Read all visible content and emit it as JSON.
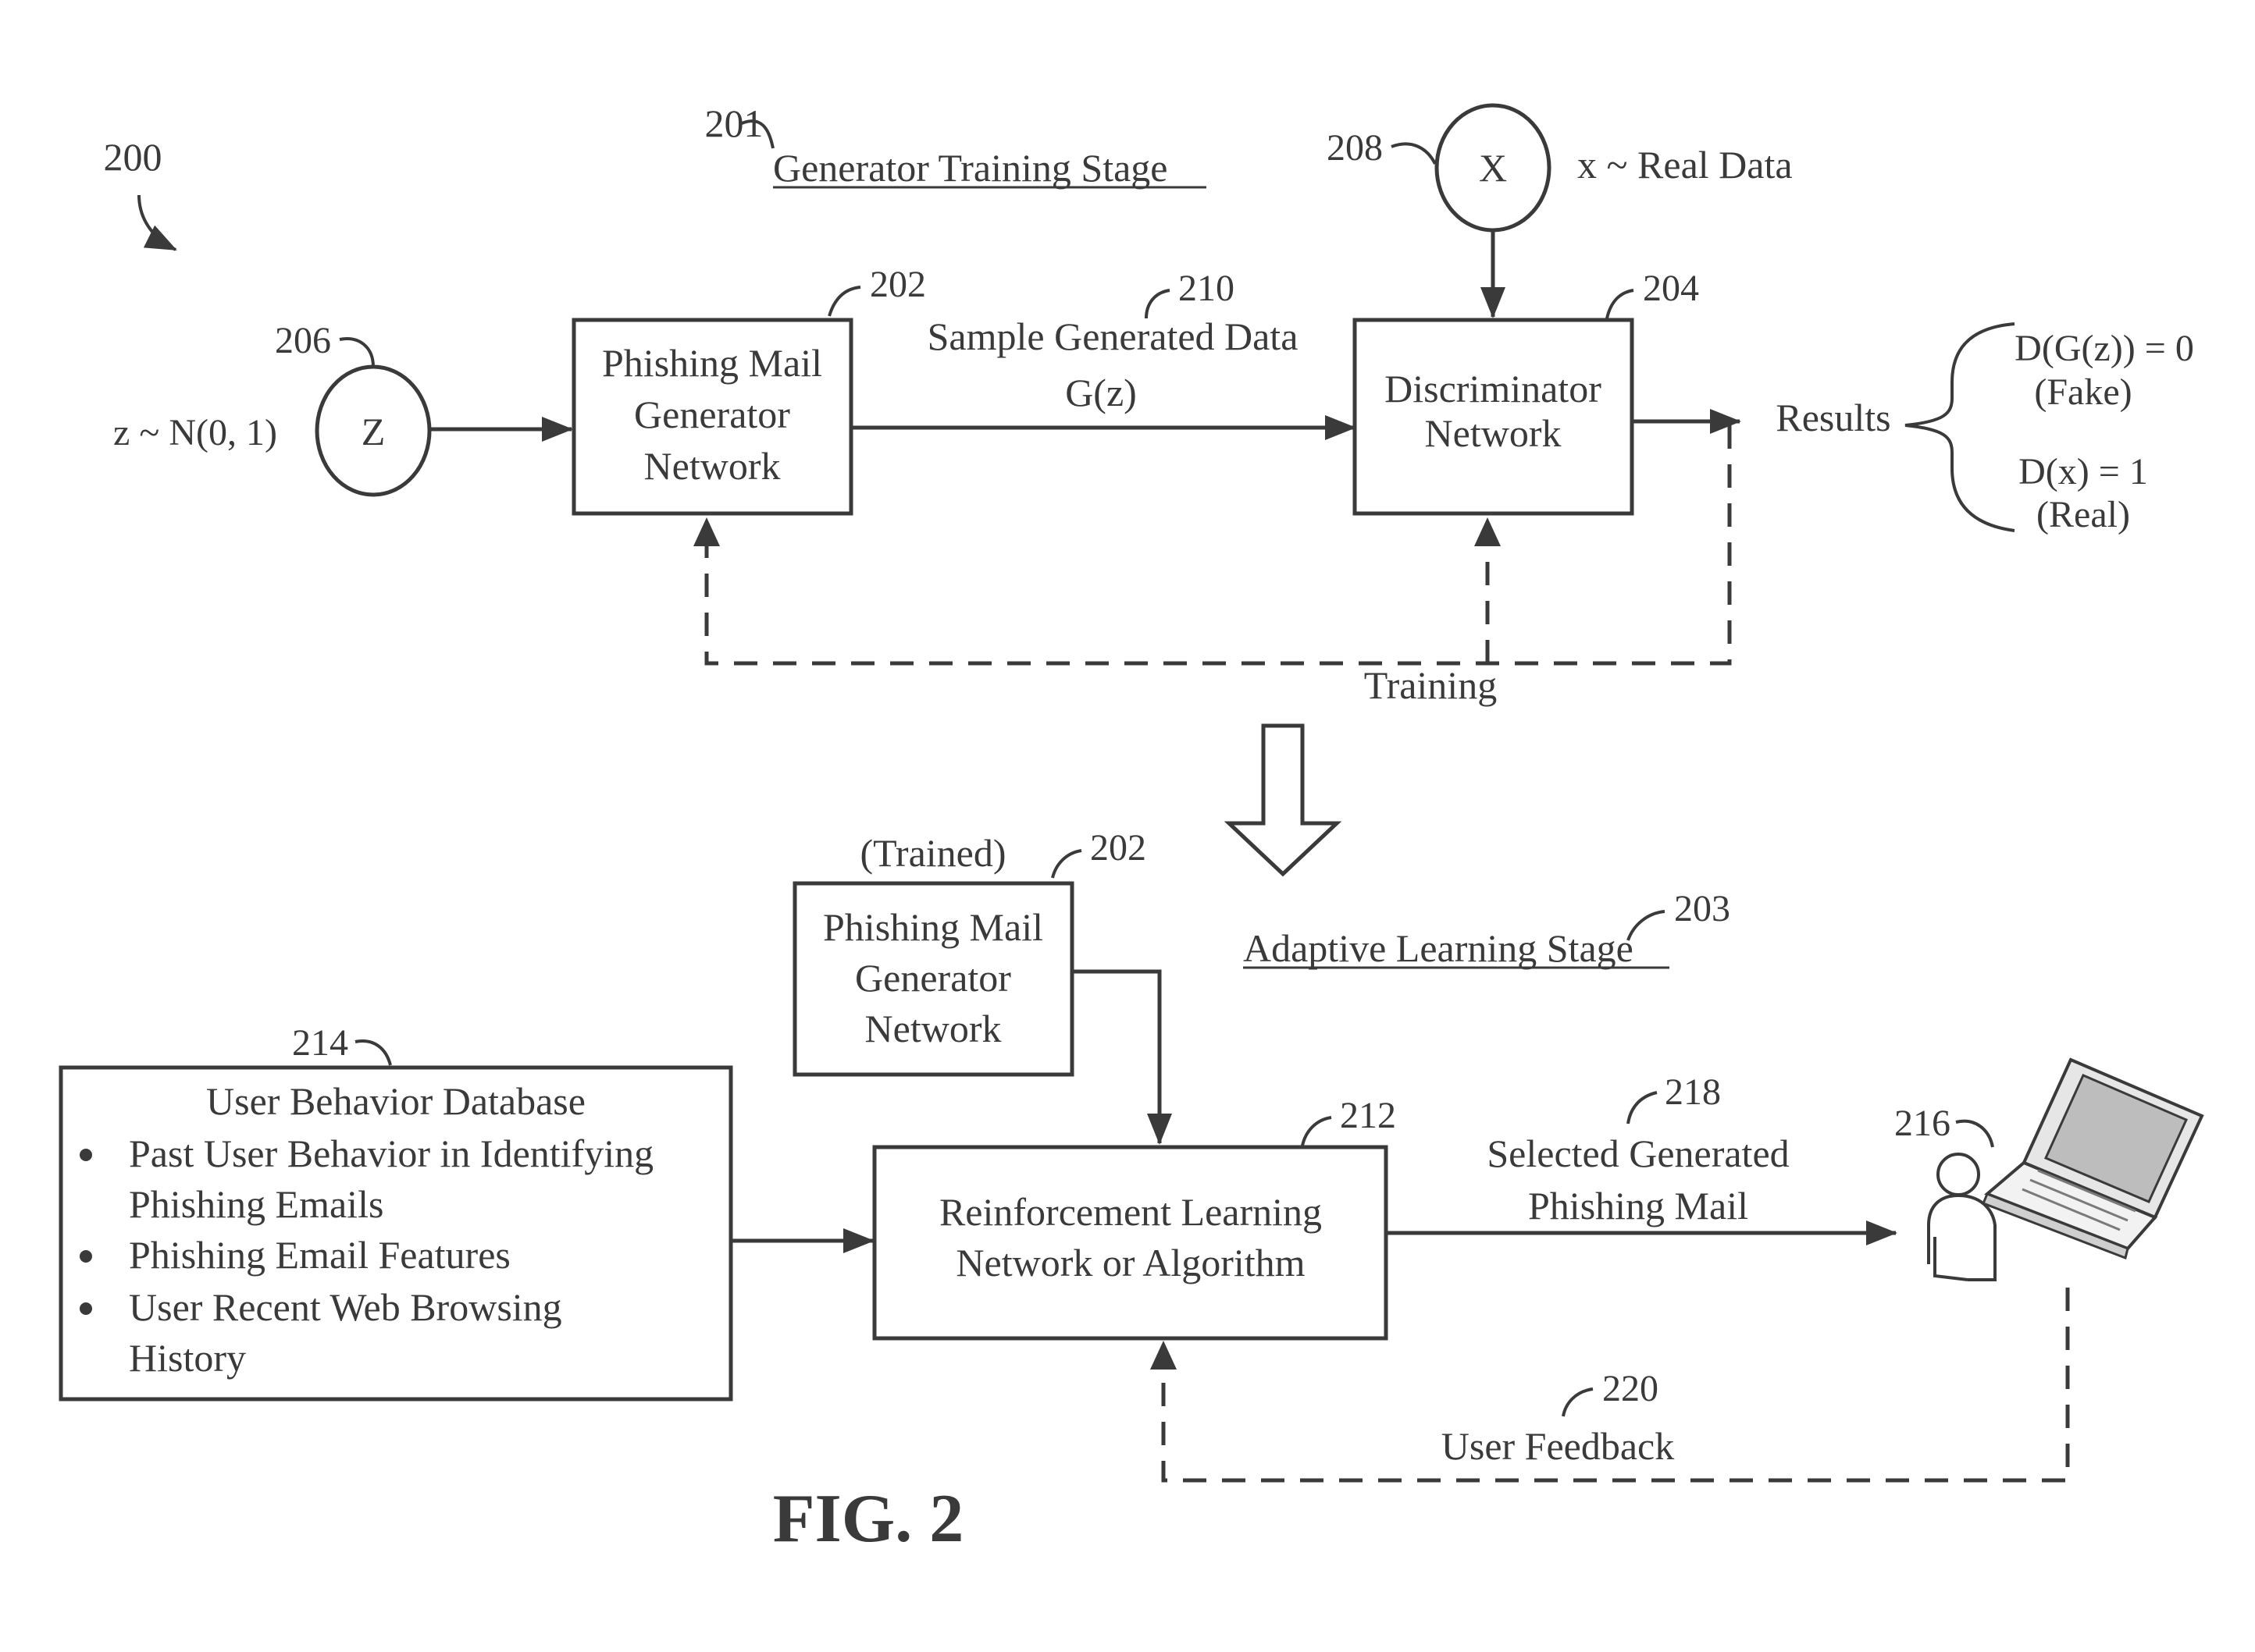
{
  "figure": {
    "ref_200": "200",
    "ref_201": "201",
    "generator_stage_title": "Generator Training Stage",
    "ref_206": "206",
    "z_dist": "z ~ N(0, 1)",
    "z_node": "Z",
    "ref_202_top": "202",
    "generator_box": [
      "Phishing Mail",
      "Generator",
      "Network"
    ],
    "ref_210": "210",
    "sample_generated_label": "Sample Generated Data",
    "gz_label": "G(z)",
    "ref_208": "208",
    "x_node": "X",
    "real_data_label": "x ~ Real Data",
    "ref_204": "204",
    "discriminator_box": [
      "Discriminator",
      "Network"
    ],
    "results_label": "Results",
    "fake_eq": "D(G(z)) = 0",
    "fake_label": "(Fake)",
    "real_eq": "D(x) = 1",
    "real_label": "(Real)",
    "training_label": "Training",
    "trained_label": "(Trained)",
    "ref_202_bottom": "202",
    "trained_generator_box": [
      "Phishing Mail",
      "Generator",
      "Network"
    ],
    "adaptive_stage_title": "Adaptive Learning Stage",
    "ref_203": "203",
    "ref_214": "214",
    "db_title": "User Behavior Database",
    "db_items": [
      "Past User Behavior in Identifying",
      "Phishing Emails",
      "Phishing Email Features",
      "User Recent Web Browsing",
      "History"
    ],
    "ref_212": "212",
    "rl_box": [
      "Reinforcement Learning",
      "Network or Algorithm"
    ],
    "ref_218": "218",
    "selected_mail_label": [
      "Selected Generated",
      "Phishing Mail"
    ],
    "ref_216": "216",
    "ref_220": "220",
    "feedback_label": "User Feedback",
    "fig_caption": "FIG. 2"
  }
}
